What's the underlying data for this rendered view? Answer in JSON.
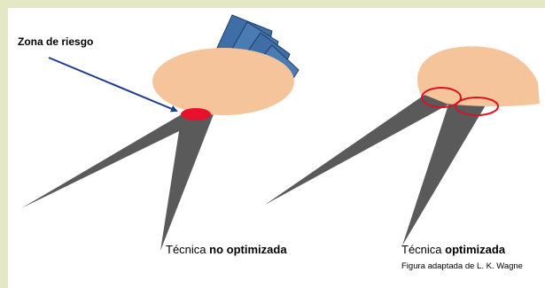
{
  "labels": {
    "risk_zone": "Zona de riesgo",
    "caption_left_prefix": "Técnica",
    "caption_left_bold": "no optimizada",
    "caption_right_prefix": "Técnica",
    "caption_right_bold": "optimizada",
    "credit": "Figura adaptada de L. K. Wagne"
  },
  "colors": {
    "background": "#e4e8c4",
    "body_fill": "#f5c49a",
    "beam_fill": "#5a5a5a",
    "detector_fill": "#3f6ea6",
    "risk_zone_fill": "#e8102a",
    "overlap_outline": "#dd1122",
    "arrow": "#1f3d8f"
  }
}
